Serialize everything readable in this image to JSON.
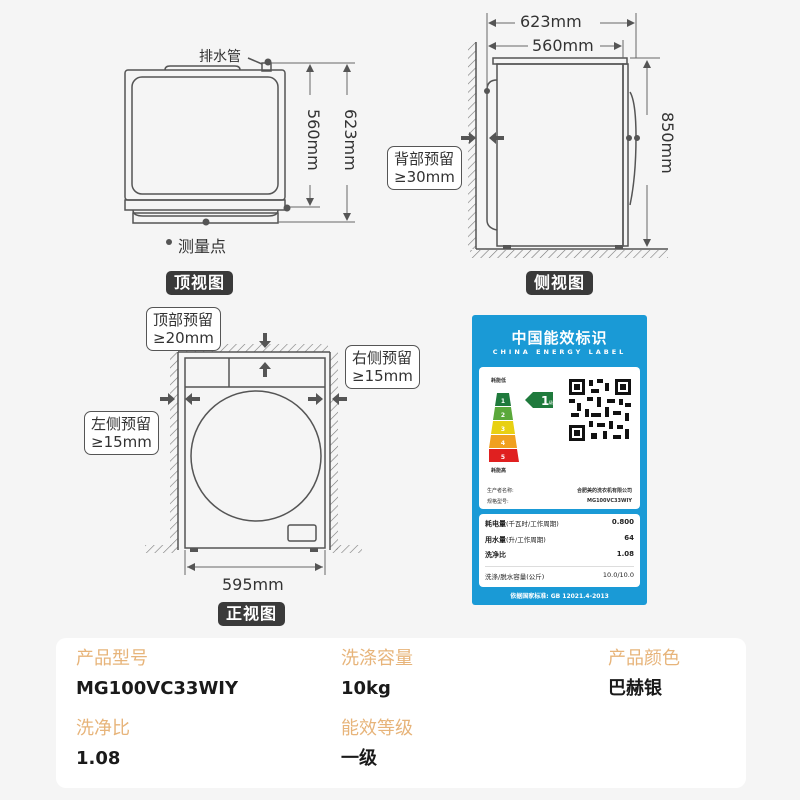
{
  "top_view": {
    "drain_label": "排水管",
    "dim_inner": "560mm",
    "dim_outer": "623mm",
    "legend_point": "测量点",
    "tag": "顶视图"
  },
  "side_view": {
    "dim_top_outer": "623mm",
    "dim_top_inner": "560mm",
    "dim_height": "850mm",
    "back_clearance_title": "背部预留",
    "back_clearance_value": "≥30mm",
    "tag": "侧视图"
  },
  "front_view": {
    "top_clearance_title": "顶部预留",
    "top_clearance_value": "≥20mm",
    "right_clearance_title": "右侧预留",
    "right_clearance_value": "≥15mm",
    "left_clearance_title": "左侧预留",
    "left_clearance_value": "≥15mm",
    "width": "595mm",
    "tag": "正视图"
  },
  "energy_label": {
    "title_cn": "中国能效标识",
    "title_en": "CHINA ENERGY LABEL",
    "low_consumption": "耗能低",
    "high_consumption": "耗能高",
    "grades": [
      "1",
      "2",
      "3",
      "4",
      "5"
    ],
    "grade_colors": [
      "#1f7a3c",
      "#5aa83a",
      "#e8d012",
      "#f0a020",
      "#e02020"
    ],
    "current_grade": "1",
    "current_grade_suffix": "级",
    "manufacturer_label": "生产者名称:",
    "manufacturer_value": "合肥美的洗衣机有限公司",
    "model_label": "规格型号:",
    "model_value": "MG100VC33WIY",
    "rows": [
      {
        "label": "耗电量",
        "unit": "(千瓦时/工作周期)",
        "value": "0.800"
      },
      {
        "label": "用水量",
        "unit": "(升/工作周期)",
        "value": "64"
      },
      {
        "label": "洗净比",
        "unit": "",
        "value": "1.08"
      },
      {
        "label": "洗涤/脱水容量",
        "unit": "(公斤)",
        "value": "10.0/10.0"
      }
    ],
    "standard": "依据国家标准: GB 12021.4-2013",
    "brand_color": "#1a9ad6"
  },
  "specs": {
    "label_color": "#e7b47a",
    "items": [
      {
        "label": "产品型号",
        "value": "MG100VC33WIY"
      },
      {
        "label": "洗涤容量",
        "value": "10kg"
      },
      {
        "label": "产品颜色",
        "value": "巴赫银"
      },
      {
        "label": "洗净比",
        "value": "1.08"
      },
      {
        "label": "能效等级",
        "value": "一级"
      }
    ]
  }
}
